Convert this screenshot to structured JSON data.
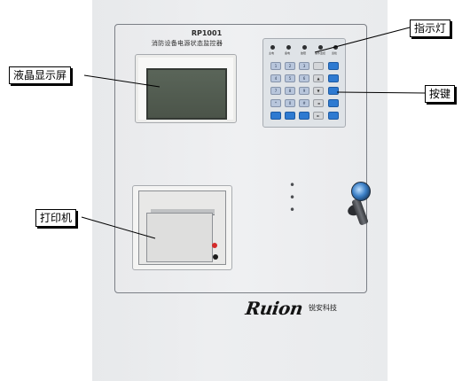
{
  "panel": {
    "model": "RP1001",
    "device_name": "消防设备电源状态监控器"
  },
  "labels": {
    "lcd": "液晶显示屏",
    "indicator": "指示灯",
    "keys": "按键",
    "printer": "打印机"
  },
  "brand": {
    "logo_text": "Ruion",
    "name_cn": "锐安科技"
  },
  "keypad": {
    "led_labels": [
      "主电",
      "备电",
      "故障",
      "事件监控",
      "巡检"
    ],
    "keys": [
      "1",
      "2",
      "3",
      "",
      "",
      "4",
      "5",
      "6",
      "▲",
      "",
      "7",
      "8",
      "9",
      "▼",
      "",
      "*",
      "0",
      "#",
      "◄",
      "",
      "",
      "",
      "",
      "►",
      ""
    ]
  },
  "colors": {
    "cabinet": "#eceef0",
    "lcd": "#545e53",
    "key_blue": "#2e7ad1",
    "key_light": "#b8c6dc",
    "lock_blue": "#3b7fc6",
    "indicator_red": "#d42b2b"
  }
}
